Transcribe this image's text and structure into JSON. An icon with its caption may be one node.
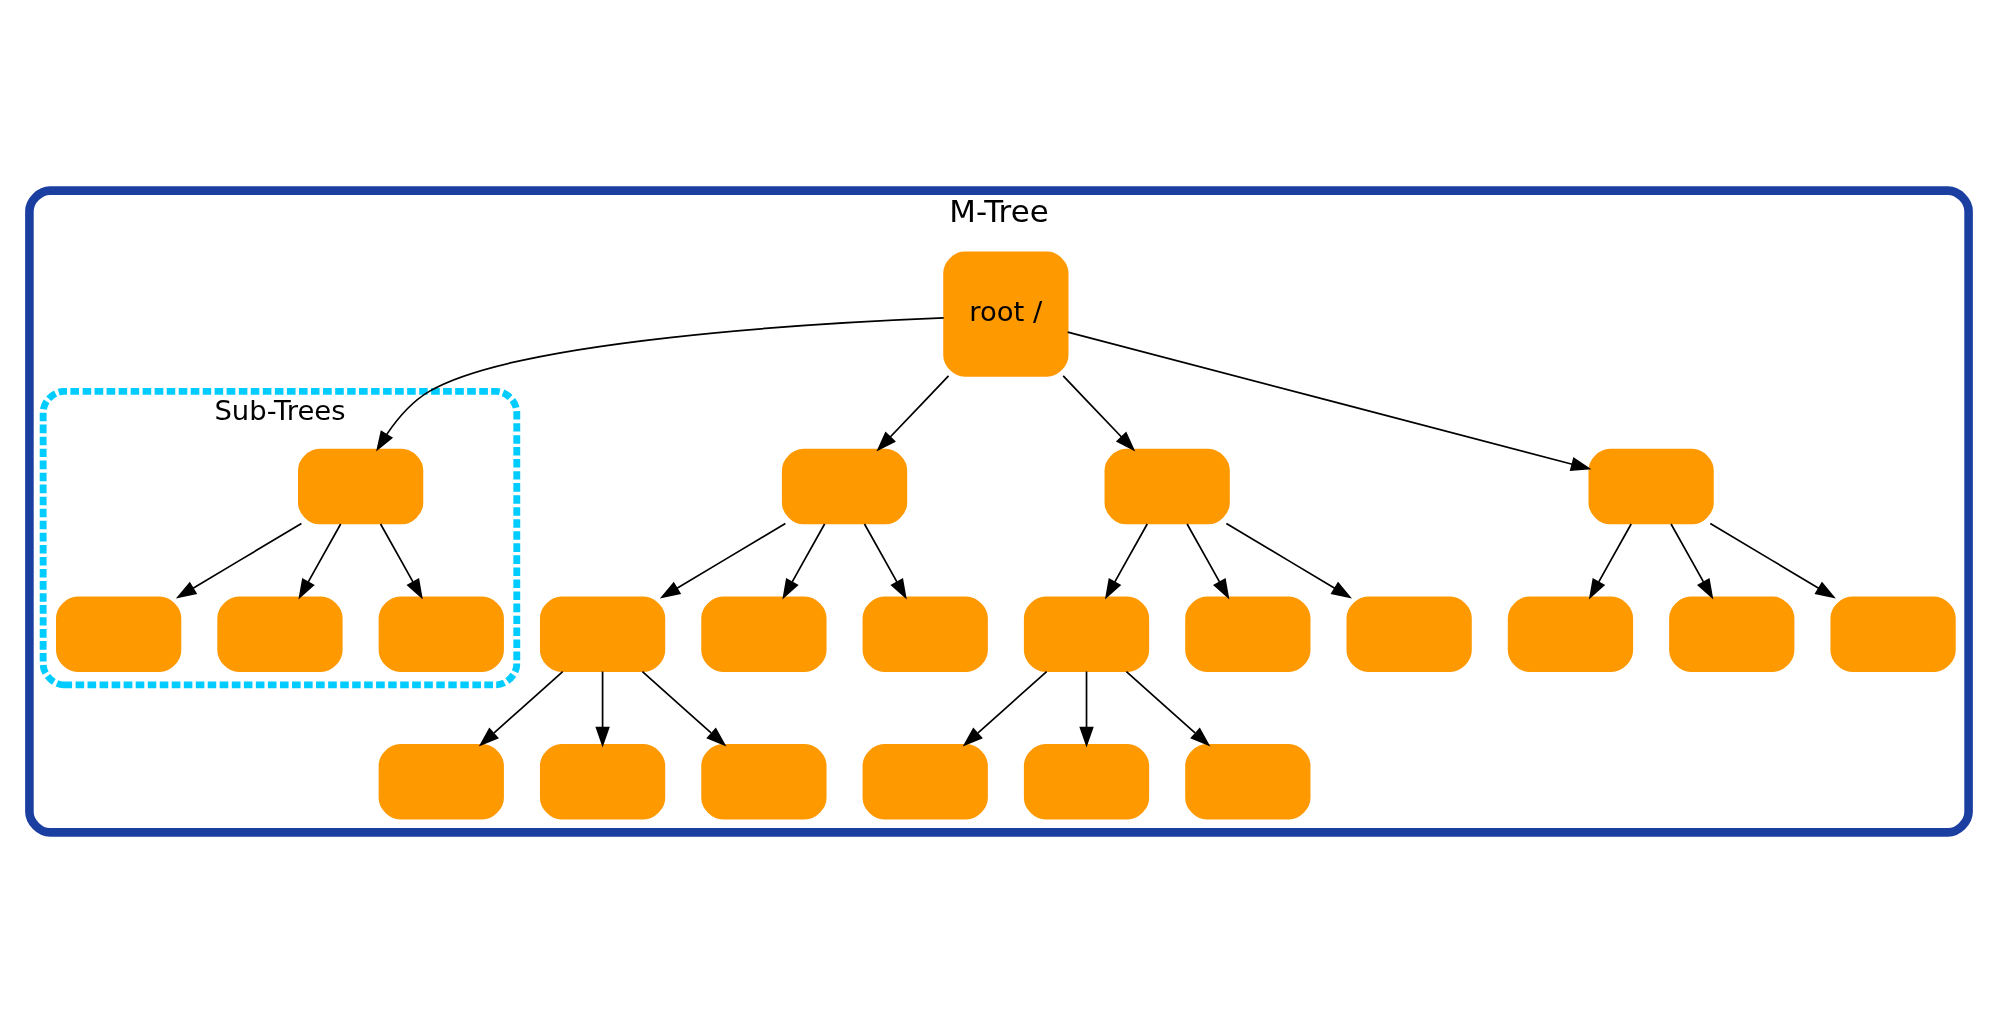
{
  "diagram": {
    "nodes": [
      {
        "text": [
          "M-Tree"
        ]
      },
      {
        "text": [
          "root /"
        ],
        "in": 0
      },
      {
        "text": [
          "Sub-Trees"
        ],
        "in": 0
      },
      {
        "text": [],
        "shape": "box",
        "in": 2
      },
      {
        "text": [],
        "shape": "box",
        "in": 2
      },
      {
        "text": [],
        "shape": "box",
        "in": 2
      },
      {
        "text": [],
        "shape": "box",
        "in": 2
      },
      {
        "text": [],
        "shape": "box",
        "in": 0
      },
      {
        "text": [],
        "shape": "box",
        "in": 0
      },
      {
        "text": [],
        "shape": "box",
        "in": 0
      },
      {
        "text": [],
        "shape": "box",
        "in": 0
      },
      {
        "text": [],
        "shape": "box",
        "in": 0
      },
      {
        "text": [],
        "shape": "box",
        "in": 0
      },
      {
        "text": [],
        "shape": "box",
        "in": 0
      },
      {
        "text": [],
        "shape": "box",
        "in": 0
      },
      {
        "text": [],
        "shape": "box",
        "in": 0
      },
      {
        "text": [],
        "shape": "box",
        "in": 0
      },
      {
        "text": [],
        "shape": "box",
        "in": 0
      },
      {
        "text": [],
        "shape": "box",
        "in": 0
      },
      {
        "text": [],
        "shape": "box",
        "in": 0
      },
      {
        "text": [],
        "shape": "box",
        "in": 0
      },
      {
        "text": [],
        "shape": "box",
        "in": 0
      },
      {
        "text": [],
        "shape": "box",
        "in": 0
      },
      {
        "text": [],
        "shape": "box",
        "in": 0
      },
      {
        "text": [],
        "shape": "box",
        "in": 0
      }
    ],
    "edges": [
      {
        "from": 1,
        "to": 3,
        "arrow": "to"
      },
      {
        "from": 1,
        "to": 7,
        "arrow": "to"
      },
      {
        "from": 1,
        "to": 14,
        "arrow": "to"
      },
      {
        "from": 1,
        "to": 21,
        "arrow": "to"
      },
      {
        "from": 3,
        "to": 4,
        "arrow": "to"
      },
      {
        "from": 3,
        "to": 5,
        "arrow": "to"
      },
      {
        "from": 3,
        "to": 6,
        "arrow": "to"
      },
      {
        "from": 7,
        "to": 8,
        "arrow": "to"
      },
      {
        "from": 7,
        "to": 9,
        "arrow": "to"
      },
      {
        "from": 7,
        "to": 10,
        "arrow": "to"
      },
      {
        "from": 8,
        "to": 11,
        "arrow": "to"
      },
      {
        "from": 8,
        "to": 12,
        "arrow": "to"
      },
      {
        "from": 8,
        "to": 13,
        "arrow": "to"
      },
      {
        "from": 14,
        "to": 15,
        "arrow": "to"
      },
      {
        "from": 14,
        "to": 16,
        "arrow": "to"
      },
      {
        "from": 14,
        "to": 17,
        "arrow": "to"
      },
      {
        "from": 15,
        "to": 18,
        "arrow": "to"
      },
      {
        "from": 15,
        "to": 19,
        "arrow": "to"
      },
      {
        "from": 15,
        "to": 20,
        "arrow": "to"
      },
      {
        "from": 21,
        "to": 22,
        "arrow": "to"
      },
      {
        "from": 21,
        "to": 23,
        "arrow": "to"
      },
      {
        "from": 21,
        "to": 24,
        "arrow": "to"
      }
    ]
  }
}
